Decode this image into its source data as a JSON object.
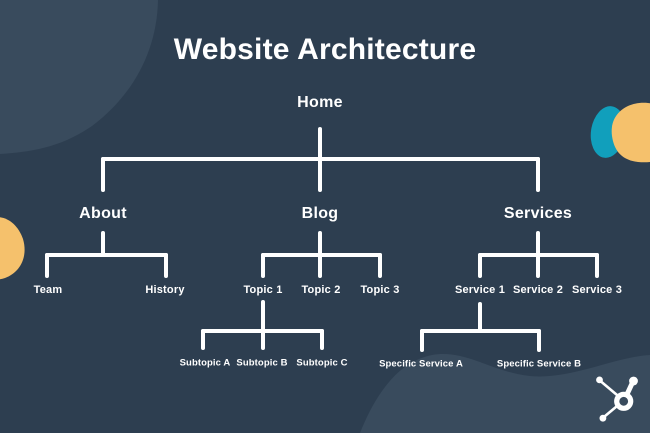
{
  "title": "Website Architecture",
  "tree": {
    "root": {
      "label": "Home"
    },
    "branches": [
      {
        "label": "About",
        "children": [
          {
            "label": "Team"
          },
          {
            "label": "History"
          }
        ]
      },
      {
        "label": "Blog",
        "children": [
          {
            "label": "Topic 1",
            "children": [
              {
                "label": "Subtopic A"
              },
              {
                "label": "Subtopic B"
              },
              {
                "label": "Subtopic C"
              }
            ]
          },
          {
            "label": "Topic 2"
          },
          {
            "label": "Topic 3"
          }
        ]
      },
      {
        "label": "Services",
        "children": [
          {
            "label": "Service 1",
            "children": [
              {
                "label": "Specific Service A"
              },
              {
                "label": "Specific Service B"
              }
            ]
          },
          {
            "label": "Service 2"
          },
          {
            "label": "Service 3"
          }
        ]
      }
    ]
  },
  "logo": {
    "icon": "hubspot-sprocket-icon"
  },
  "colors": {
    "background": "#2d3e50",
    "blob-slate": "#394b5d",
    "blob-teal": "#119fbc",
    "blob-yellow": "#f5c16c",
    "line": "#ffffff",
    "text": "#ffffff"
  }
}
